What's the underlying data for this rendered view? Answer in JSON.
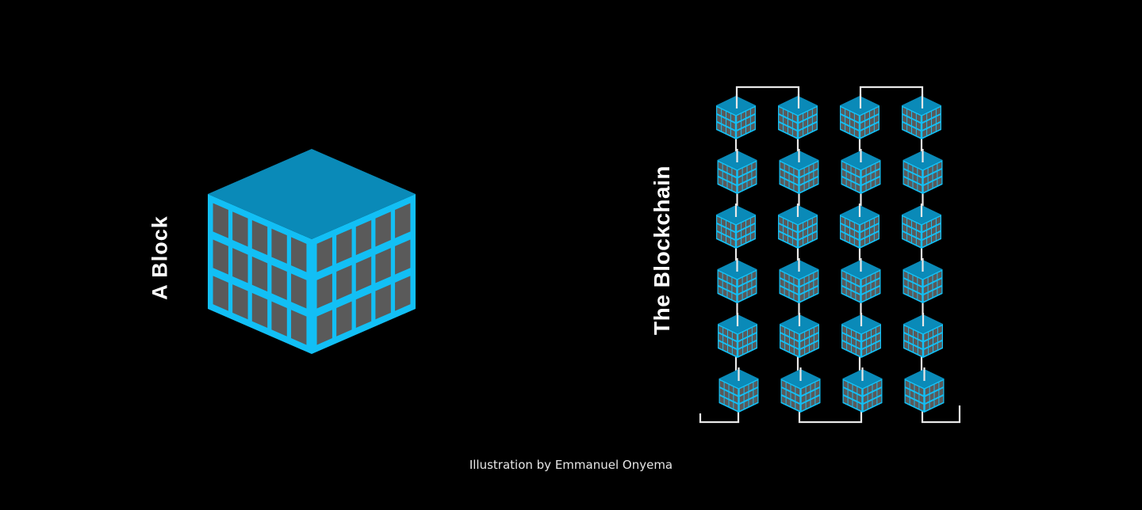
{
  "labels": {
    "single_block": "A  Block",
    "blockchain": "The Blockchain",
    "credit": "Illustration by Emmanuel Onyema"
  },
  "colors": {
    "background": "#000000",
    "block_top": "#0a8ab8",
    "block_sides": "#12bff5",
    "block_windows": "#5a5a5a",
    "connector": "#e8e8e8",
    "text": "#ffffff"
  },
  "single_block": {
    "window_rows": 3,
    "window_cols_per_face": 5
  },
  "blockchain": {
    "columns": 4,
    "rows": 6,
    "block_window_rows": 3,
    "block_window_cols_per_face": 4,
    "top_links": [
      [
        0,
        1
      ],
      [
        2,
        3
      ]
    ],
    "bottom_links": [
      [
        1,
        2
      ]
    ],
    "open_tails": [
      "bottom-left",
      "bottom-right"
    ]
  }
}
